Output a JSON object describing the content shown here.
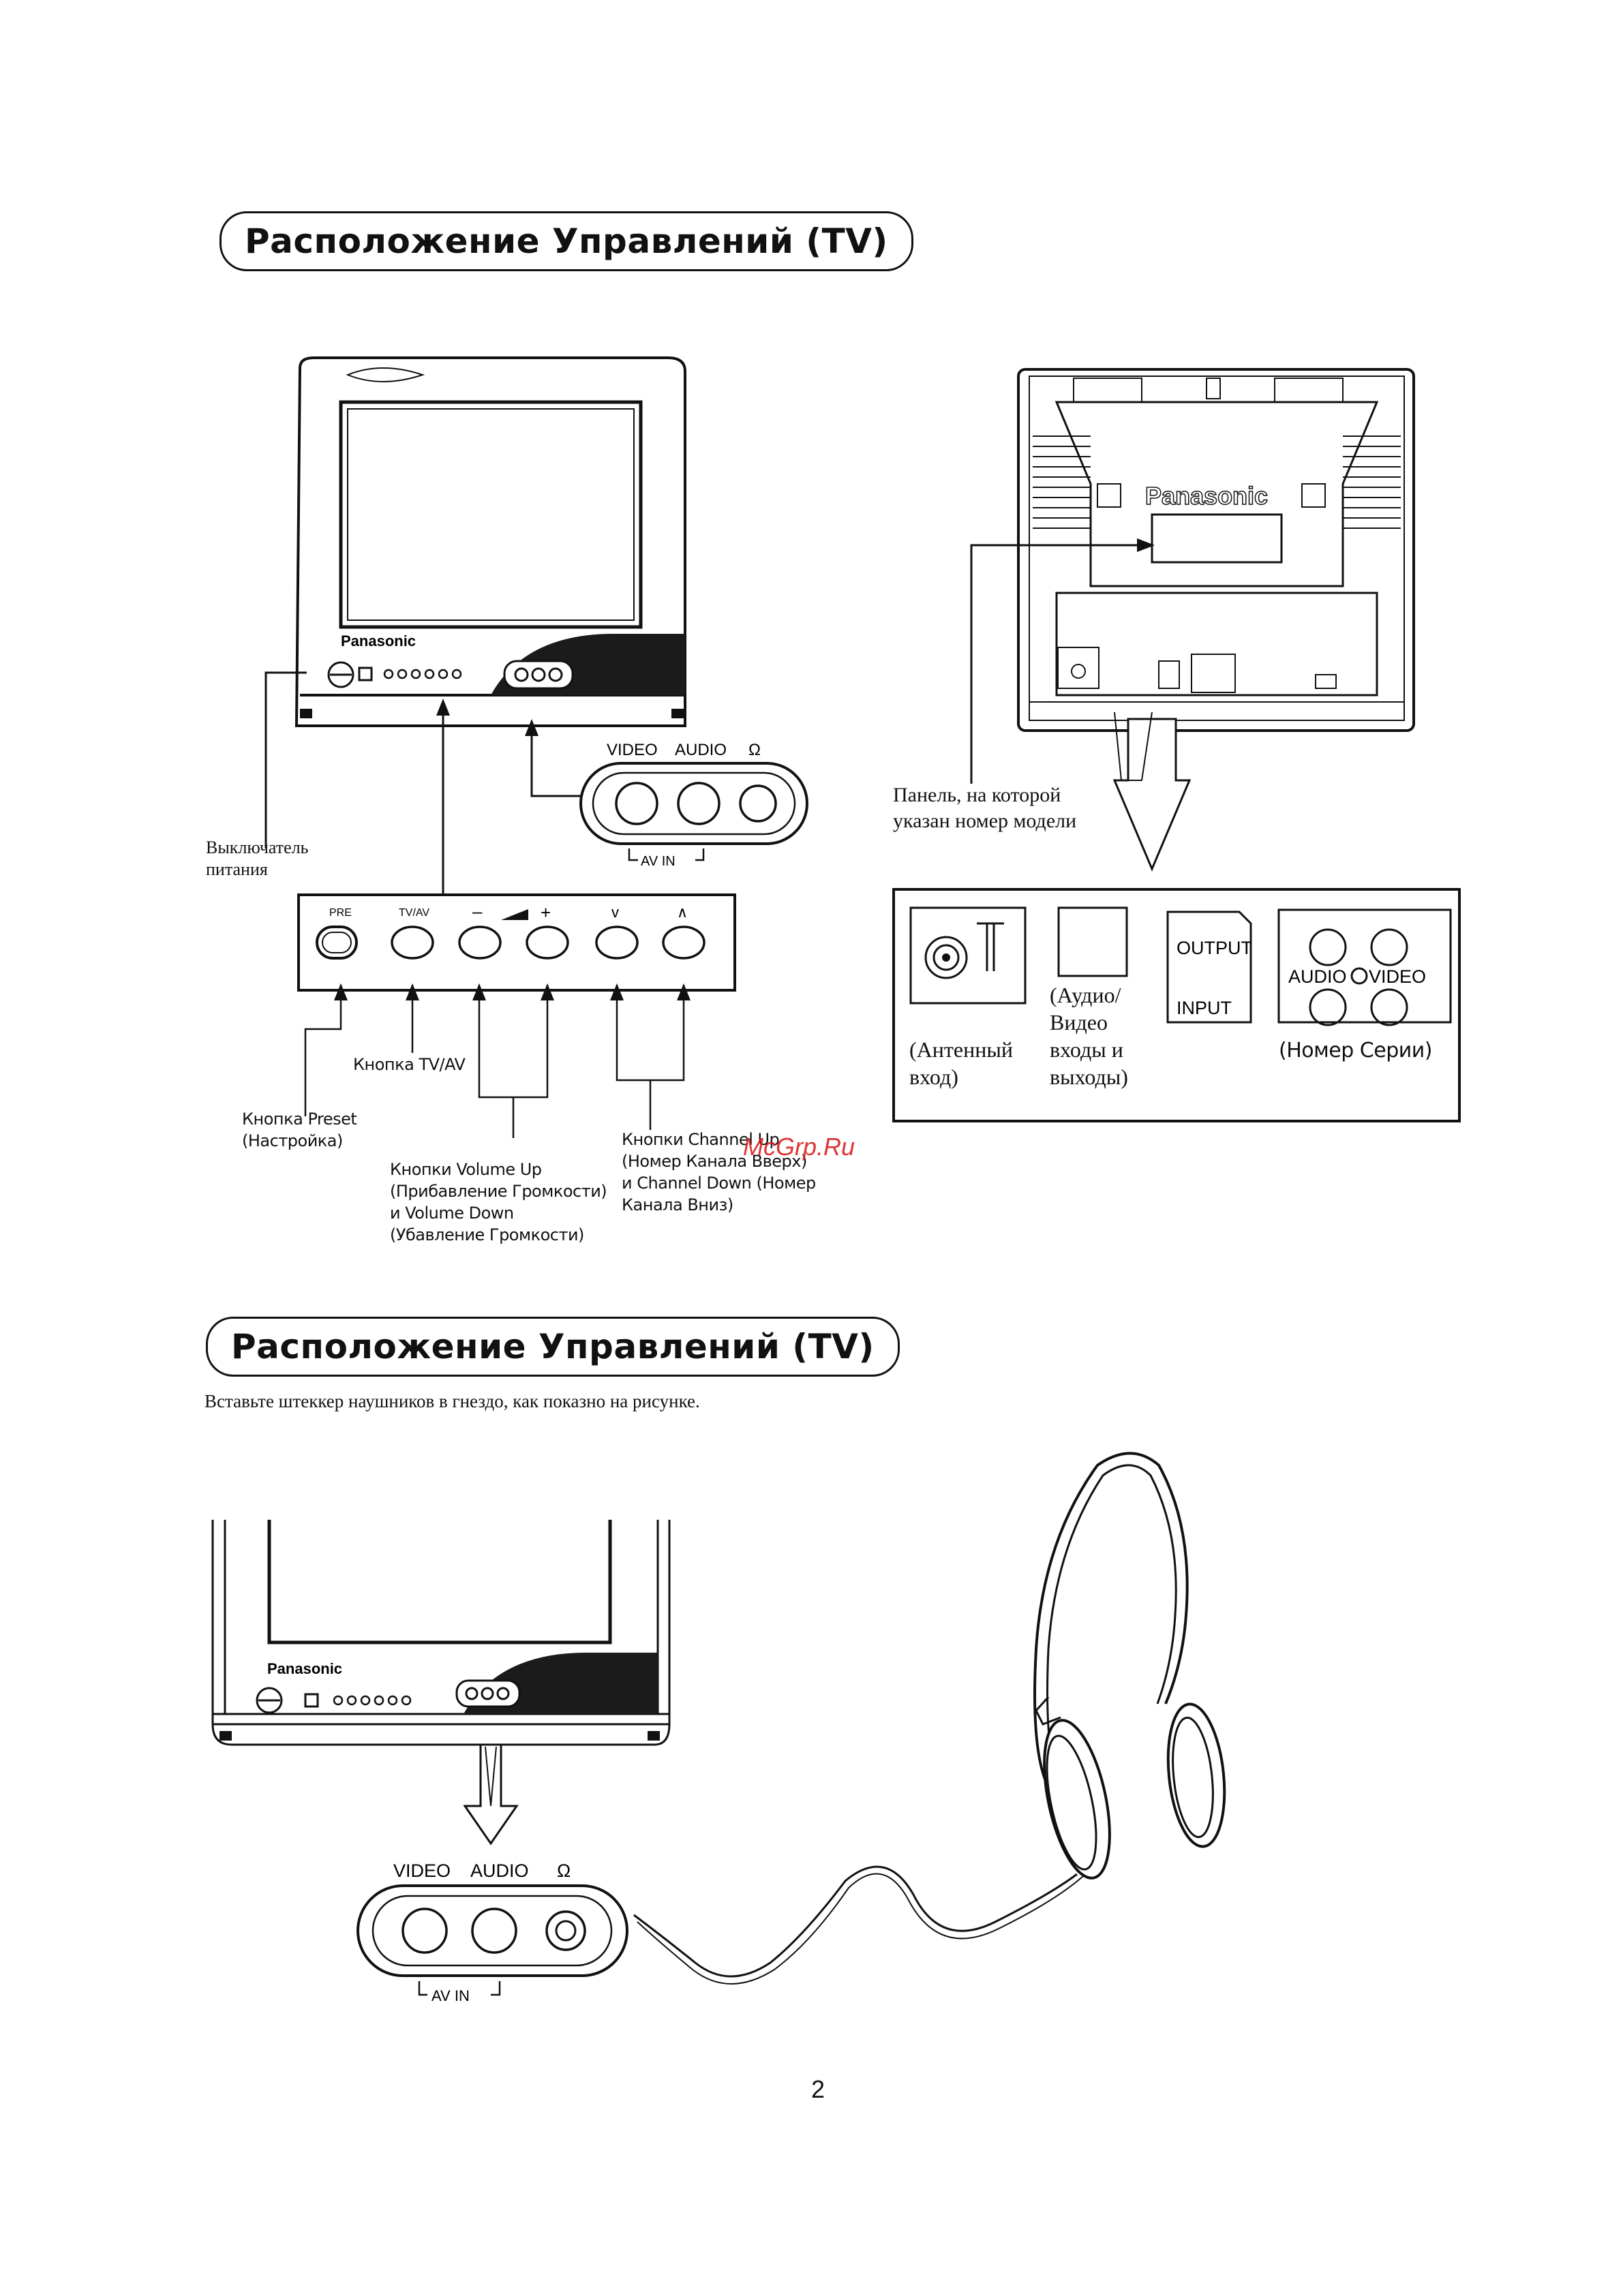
{
  "section1": {
    "title": "Расположение Управлений (TV)",
    "front_tv": {
      "brand": "Panasonic"
    },
    "av_panel": {
      "video": "VIDEO",
      "audio": "AUDIO",
      "phones": "Ω",
      "av_in": "AV IN"
    },
    "control_panel": {
      "pre": "PRE",
      "tvav": "TV/AV",
      "minus": "–",
      "plus": "+",
      "down": "v",
      "up": "∧"
    },
    "labels": {
      "power_switch": [
        "Выключатель",
        "питания"
      ],
      "tvav_button": "Кнопка TV/AV",
      "preset_button": [
        "Кнопка Preset",
        "(Настройка)"
      ],
      "volume_buttons": [
        "Кнопки Volume Up",
        "(Прибавление Громкости)",
        "и Volume Down",
        "(Убавление Громкости)"
      ],
      "channel_buttons": [
        "Кнопки Channel Up",
        "(Номер Канала Вверх)",
        "и Channel Down (Номер",
        "Канала Вниз)"
      ],
      "model_panel": [
        "Панель, на которой",
        "указан номер модели"
      ]
    },
    "rear_tv": {
      "brand": "Panasonic"
    },
    "rear_panel": {
      "output": "OUTPUT",
      "input": "INPUT",
      "audio": "AUDIO",
      "video": "VIDEO",
      "antenna_label": [
        "(Антенный",
        "вход)"
      ],
      "av_label": [
        "(Аудио/",
        "Видео",
        "входы и",
        "выходы)"
      ],
      "serial_label": "(Номер Серии)"
    }
  },
  "section2": {
    "title": "Расположение Управлений (TV)",
    "instruction": "Вставьте штеккер наушников в гнездо, как показно на рисунке.",
    "front_tv": {
      "brand": "Panasonic"
    },
    "av_panel": {
      "video": "VIDEO",
      "audio": "AUDIO",
      "phones": "Ω",
      "av_in": "AV IN"
    }
  },
  "watermark": "McGrp.Ru",
  "page_number": "2"
}
